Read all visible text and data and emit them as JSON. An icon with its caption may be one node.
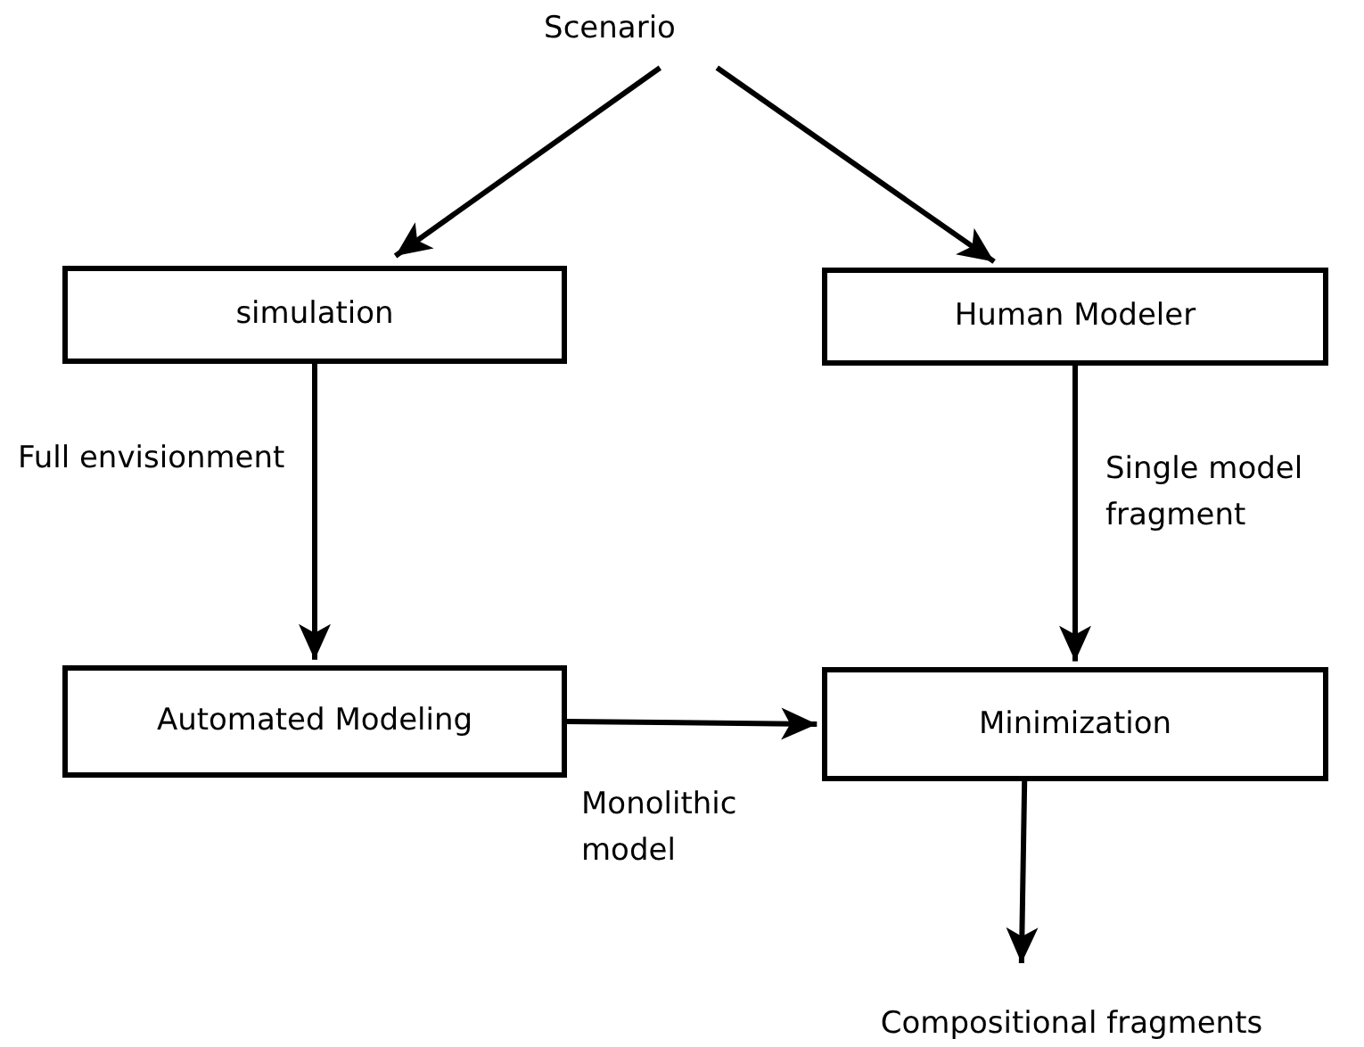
{
  "diagram": {
    "nodes": [
      {
        "text": [
          "Scenario"
        ]
      },
      {
        "text": [
          "simulation"
        ]
      },
      {
        "text": [
          "Human Modeler"
        ]
      },
      {
        "text": [
          "Automated Modeling"
        ]
      },
      {
        "text": [
          "Minimization"
        ]
      },
      {
        "text": [
          "Compositional fragments"
        ]
      }
    ],
    "edges": [
      {
        "from": 0,
        "to": 1,
        "arrow": "to"
      },
      {
        "from": 0,
        "to": 2,
        "arrow": "to"
      },
      {
        "from": 1,
        "to": 3,
        "arrow": "to",
        "label": "Full envisionment"
      },
      {
        "from": 2,
        "to": 4,
        "arrow": "to",
        "label": "Single model fragment"
      },
      {
        "from": 3,
        "to": 4,
        "arrow": "to",
        "label": "Monolithic model"
      },
      {
        "from": 4,
        "to": 5,
        "arrow": "to"
      }
    ]
  }
}
